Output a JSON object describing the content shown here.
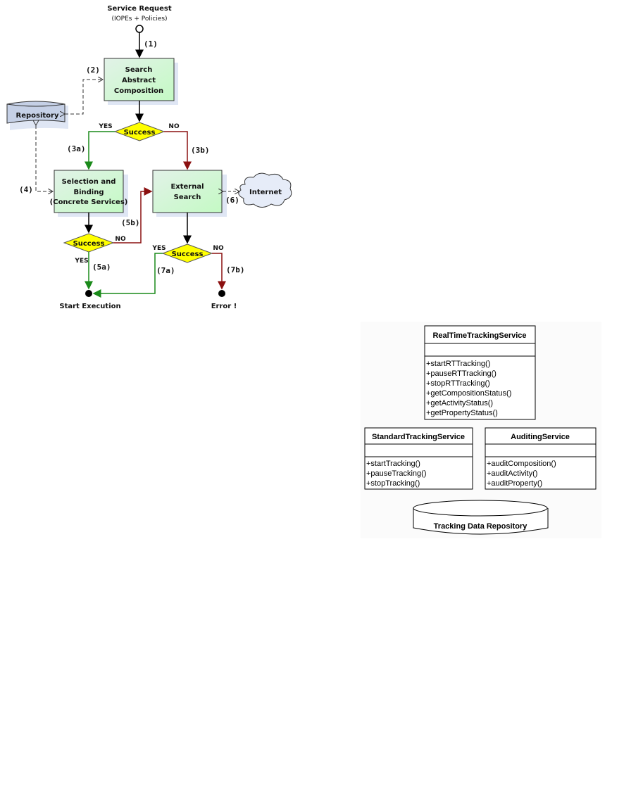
{
  "flowchart": {
    "start_title": "Service Request",
    "start_subtitle": "(IOPEs + Policies)",
    "step_labels": {
      "s1": "(1)",
      "s2": "(2)",
      "s3a": "(3a)",
      "s3b": "(3b)",
      "s4": "(4)",
      "s5a": "(5a)",
      "s5b": "(5b)",
      "s6": "(6)",
      "s7a": "(7a)",
      "s7b": "(7b)"
    },
    "search_box": [
      "Search",
      "Abstract",
      "Composition"
    ],
    "repository": "Repository",
    "selection_box": [
      "Selection and",
      "Binding",
      "(Concrete Services)"
    ],
    "external_box": [
      "External",
      "Search"
    ],
    "internet": "Internet",
    "decision": "Success",
    "yes": "YES",
    "no": "NO",
    "end_start": "Start Execution",
    "end_error": "Error !",
    "colors": {
      "box": "#c8f5c8",
      "decision": "#ffff00",
      "yes": "#1a8a1a",
      "no": "#8b1010",
      "repo": "#c5d0e6",
      "cloud": "#e6ecf8"
    }
  },
  "uml": {
    "realtime": {
      "name": "RealTimeTrackingService",
      "methods": [
        "+startRTTracking()",
        "+pauseRTTracking()",
        "+stopRTTracking()",
        "+getCompositionStatus()",
        "+getActivityStatus()",
        "+getPropertyStatus()"
      ]
    },
    "standard": {
      "name": "StandardTrackingService",
      "methods": [
        "+startTracking()",
        "+pauseTracking()",
        "+stopTracking()"
      ]
    },
    "auditing": {
      "name": "AuditingService",
      "methods": [
        "+auditComposition()",
        "+auditActivity()",
        "+auditProperty()"
      ]
    },
    "repository": "Tracking Data Repository"
  }
}
